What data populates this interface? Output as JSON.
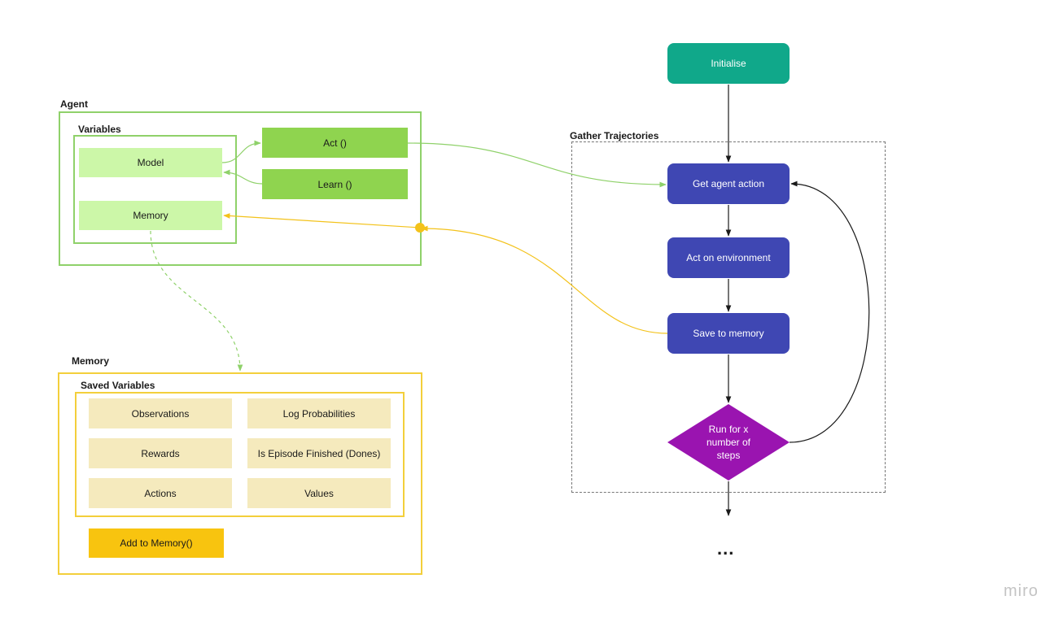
{
  "agent": {
    "title": "Agent",
    "variables": {
      "title": "Variables",
      "model": "Model",
      "memory": "Memory"
    },
    "methods": {
      "act": "Act ()",
      "learn": "Learn ()"
    }
  },
  "memory": {
    "title": "Memory",
    "saved_variables": {
      "title": "Saved Variables",
      "items": [
        "Observations",
        "Log Probabilities",
        "Rewards",
        "Is Episode Finished (Dones)",
        "Actions",
        "Values"
      ]
    },
    "add_method": "Add to Memory()"
  },
  "flow": {
    "initialise": "Initialise",
    "gather_title": "Gather Trajectories",
    "get_action": "Get agent action",
    "act_env": "Act on environment",
    "save_memory": "Save to memory",
    "decision": {
      "line1": "Run for x",
      "line2": "number of",
      "line3": "steps"
    },
    "continuation": "..."
  },
  "watermark": "miro",
  "colors": {
    "agent_border": "#8fd16a",
    "variable_fill": "#ccf7a8",
    "method_fill": "#8fd44f",
    "memory_border": "#f3cf3b",
    "saved_fill": "#f5eabd",
    "add_fill": "#f8c40f",
    "initialise_fill": "#10a88a",
    "process_fill": "#3f47b3",
    "decision_fill": "#9a14b0"
  },
  "icons": [
    "junction-dot",
    "arrowhead"
  ]
}
